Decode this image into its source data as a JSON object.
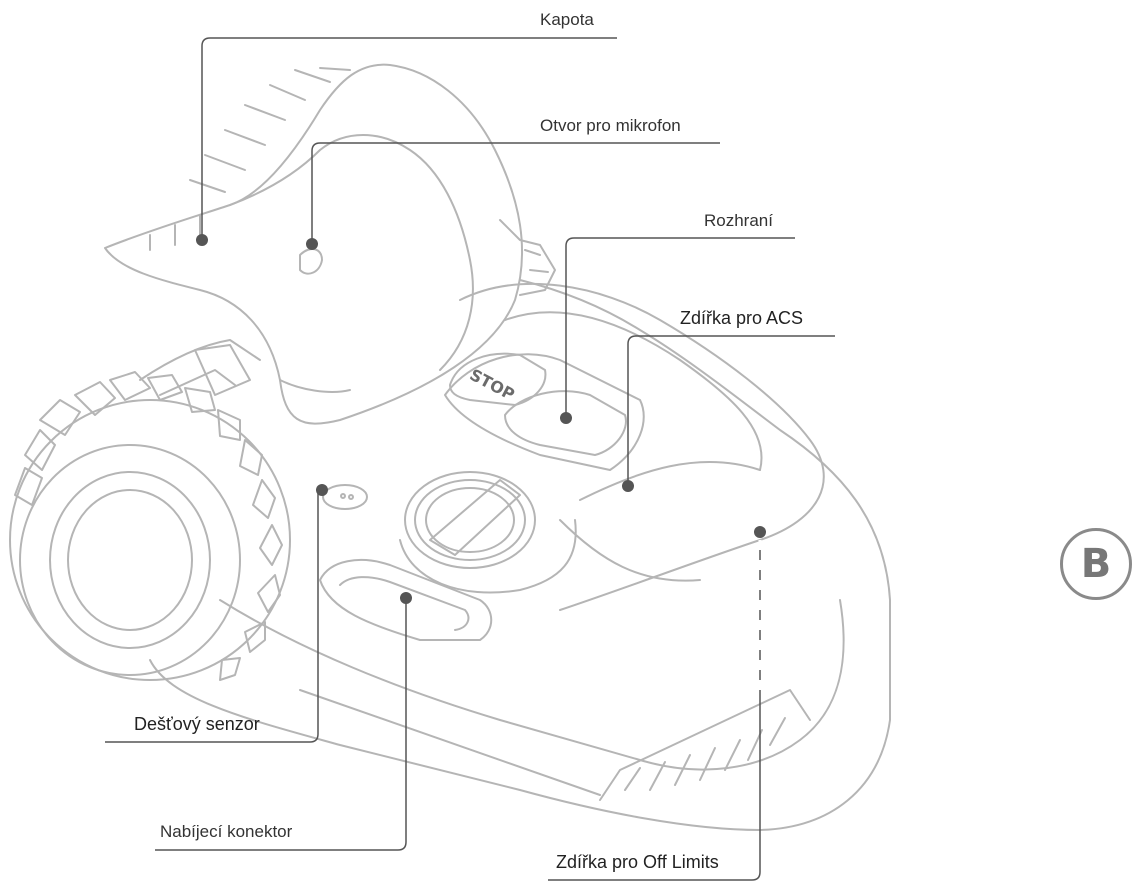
{
  "labels": {
    "kapota": "Kapota",
    "mikrofon": "Otvor pro mikrofon",
    "rozhrani": "Rozhraní",
    "acs": "Zdířka pro ACS",
    "destovy": "Dešťový senzor",
    "nabijeci": "Nabíjecí konektor",
    "offlimits": "Zdířka pro Off Limits"
  },
  "stop_text": "STOP",
  "badge": "B",
  "colors": {
    "outline": "#b5b5b5",
    "leader": "#555555",
    "dot": "#555555"
  }
}
